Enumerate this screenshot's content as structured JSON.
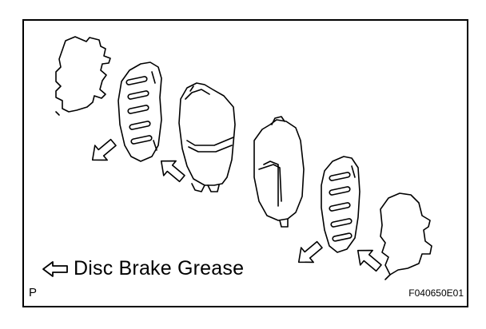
{
  "legend": {
    "label": "Disc Brake Grease",
    "icon": "hollow-arrow-left-icon"
  },
  "corner_mark": "P",
  "figure_id": "F040650E01",
  "colors": {
    "line": "#000000",
    "background": "#ffffff"
  }
}
